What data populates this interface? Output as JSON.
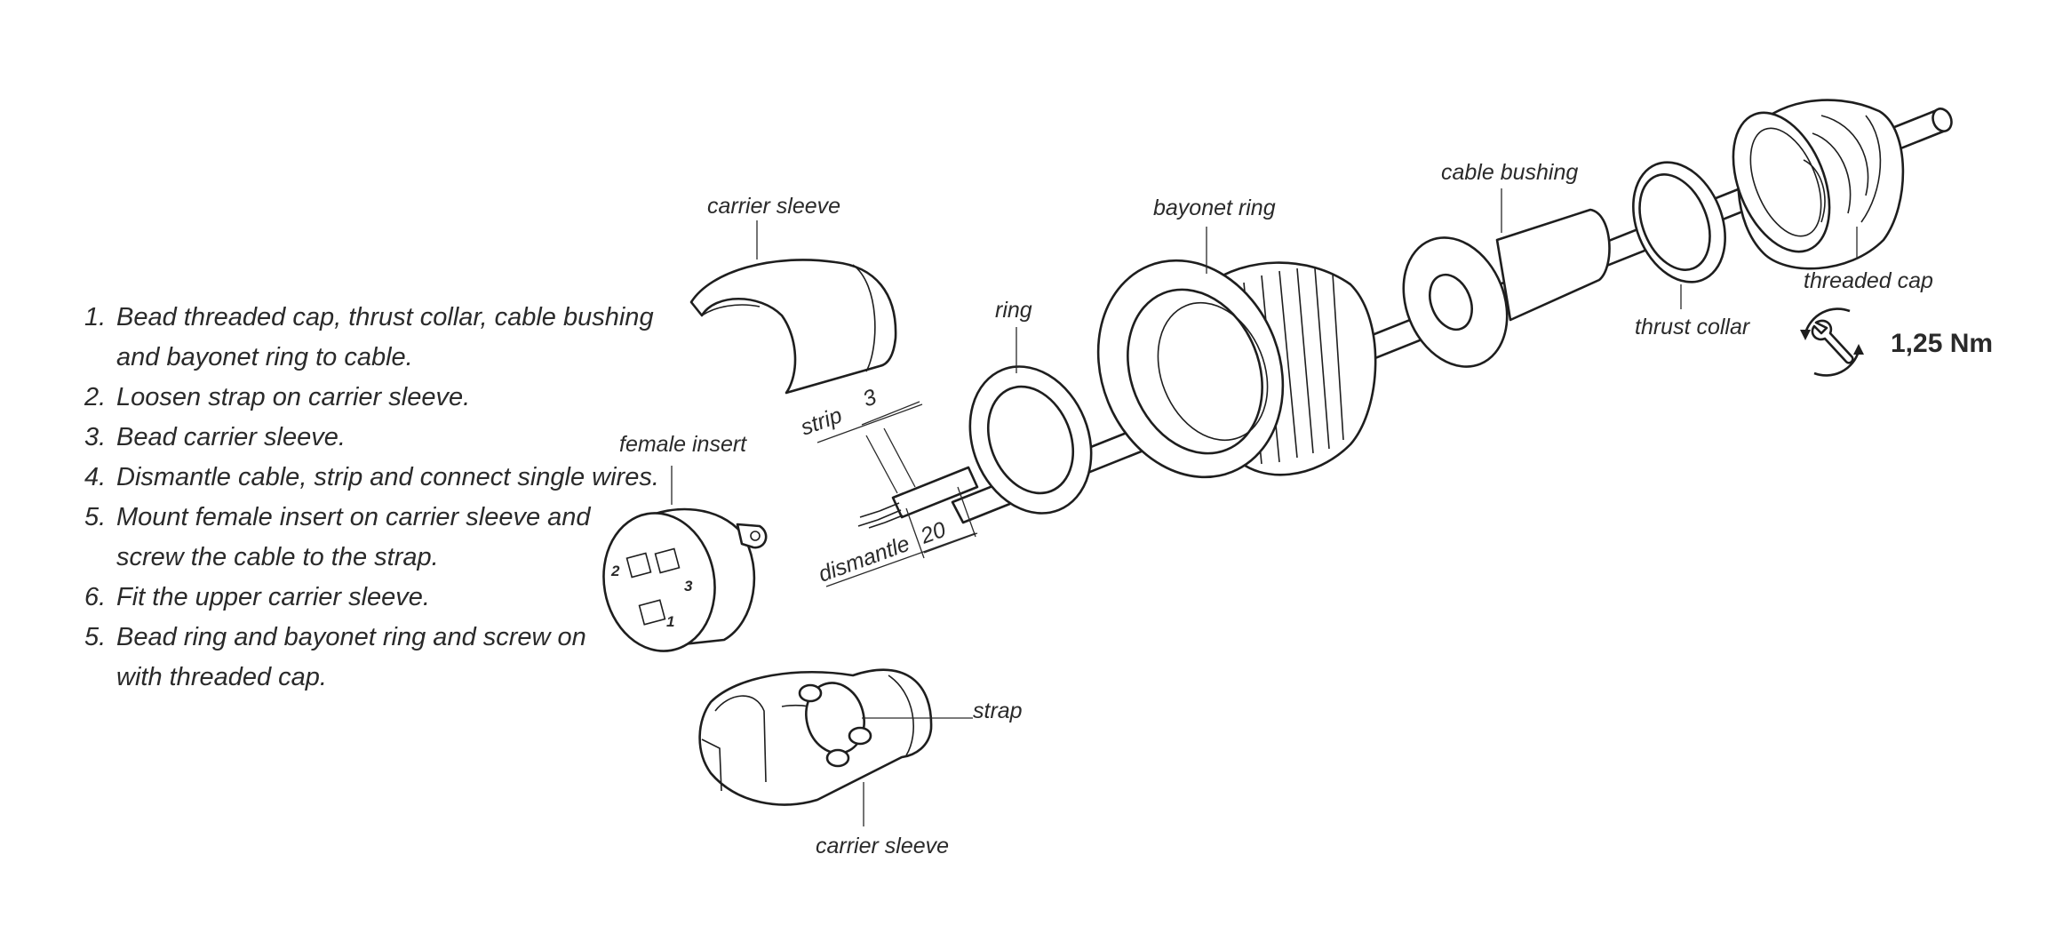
{
  "steps": [
    {
      "num": "1.",
      "text": "Bead threaded cap, thrust collar, cable bushing\nand bayonet ring to cable."
    },
    {
      "num": "2.",
      "text": "Loosen strap on carrier sleeve."
    },
    {
      "num": "3.",
      "text": "Bead carrier sleeve."
    },
    {
      "num": "4.",
      "text": "Dismantle cable, strip and connect single wires."
    },
    {
      "num": "5.",
      "text": "Mount female insert on carrier sleeve and\nscrew the cable to the strap."
    },
    {
      "num": "6.",
      "text": "Fit the upper carrier sleeve."
    },
    {
      "num": "5.",
      "text": "Bead ring and bayonet ring and screw on\nwith threaded cap."
    }
  ],
  "labels": {
    "carrier_sleeve_top": "carrier sleeve",
    "carrier_sleeve_bottom": "carrier sleeve",
    "female_insert": "female insert",
    "strap": "strap",
    "ring": "ring",
    "bayonet_ring": "bayonet ring",
    "cable_bushing": "cable bushing",
    "thrust_collar": "thrust collar",
    "threaded_cap": "threaded cap",
    "strip": "strip",
    "strip_length": "3",
    "dismantle": "dismantle",
    "dismantle_length": "20",
    "torque": "1,25 Nm"
  },
  "pin_numbers": [
    "1",
    "2",
    "3"
  ],
  "icons": [
    "torque-wrench-icon"
  ]
}
